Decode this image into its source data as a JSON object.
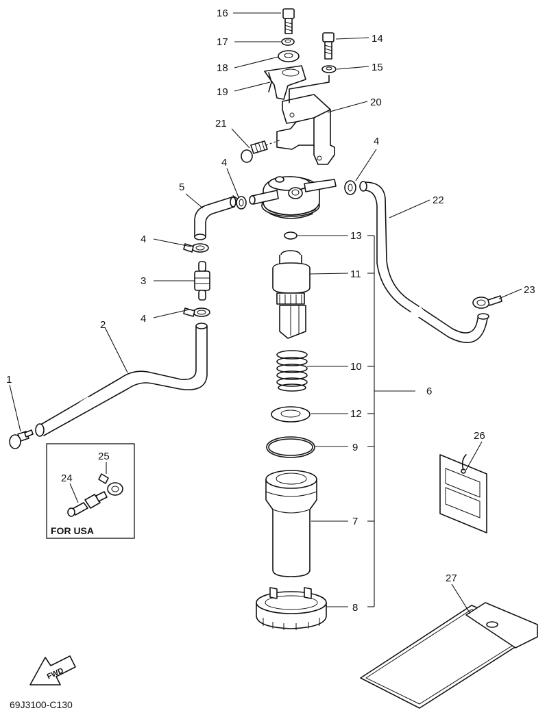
{
  "callouts": {
    "c1": "1",
    "c2": "2",
    "c3": "3",
    "c4a": "4",
    "c4b": "4",
    "c4c": "4",
    "c4d": "4",
    "c5": "5",
    "c6": "6",
    "c7": "7",
    "c8": "8",
    "c9": "9",
    "c10": "10",
    "c11": "11",
    "c12": "12",
    "c13": "13",
    "c14": "14",
    "c15": "15",
    "c16": "16",
    "c17": "17",
    "c18": "18",
    "c19": "19",
    "c20": "20",
    "c21": "21",
    "c22": "22",
    "c23": "23",
    "c24": "24",
    "c25": "25",
    "c26": "26",
    "c27": "27"
  },
  "inset": {
    "label": "FOR USA"
  },
  "fwd_marker": "FWD",
  "diagram_code": "69J3100-C130"
}
